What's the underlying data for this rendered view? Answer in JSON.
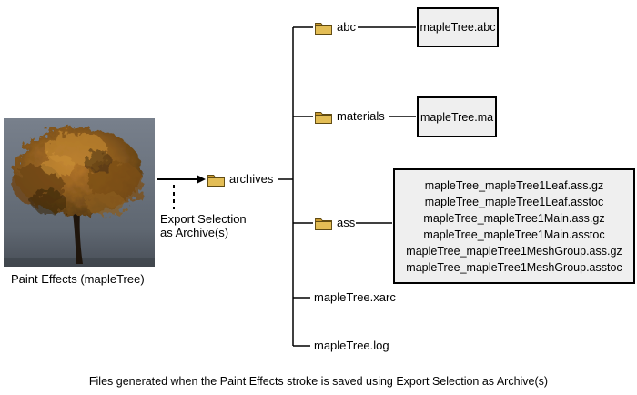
{
  "image": {
    "caption": "Paint Effects (mapleTree)"
  },
  "export_arrow": {
    "line1": "Export Selection",
    "line2": "as Archive(s)"
  },
  "root_folder": {
    "label": "archives",
    "icon": "folder-icon"
  },
  "folders": {
    "abc": "abc",
    "materials": "materials",
    "ass": "ass"
  },
  "files": {
    "xarc": "mapleTree.xarc",
    "log": "mapleTree.log"
  },
  "boxes": {
    "abc": [
      "mapleTree.abc"
    ],
    "materials": [
      "mapleTree.ma"
    ],
    "ass": [
      "mapleTree_mapleTree1Leaf.ass.gz",
      "mapleTree_mapleTree1Leaf.asstoc",
      "mapleTree_mapleTree1Main.ass.gz",
      "mapleTree_mapleTree1Main.asstoc",
      "mapleTree_mapleTree1MeshGroup.ass.gz",
      "mapleTree_mapleTree1MeshGroup.asstoc"
    ]
  },
  "footer_caption": "Files generated when the Paint Effects stroke is saved using Export Selection as Archive(s)",
  "icons": {
    "folder": "folder-icon",
    "arrow": "right-arrow-icon",
    "dashed_connector": "dashed-line-icon"
  },
  "colors": {
    "folder_back": "#c9992f",
    "folder_front": "#e3bd55",
    "folder_outline": "#5f4a12",
    "box_bg": "#efefef",
    "box_border": "#000000",
    "line": "#000000"
  }
}
